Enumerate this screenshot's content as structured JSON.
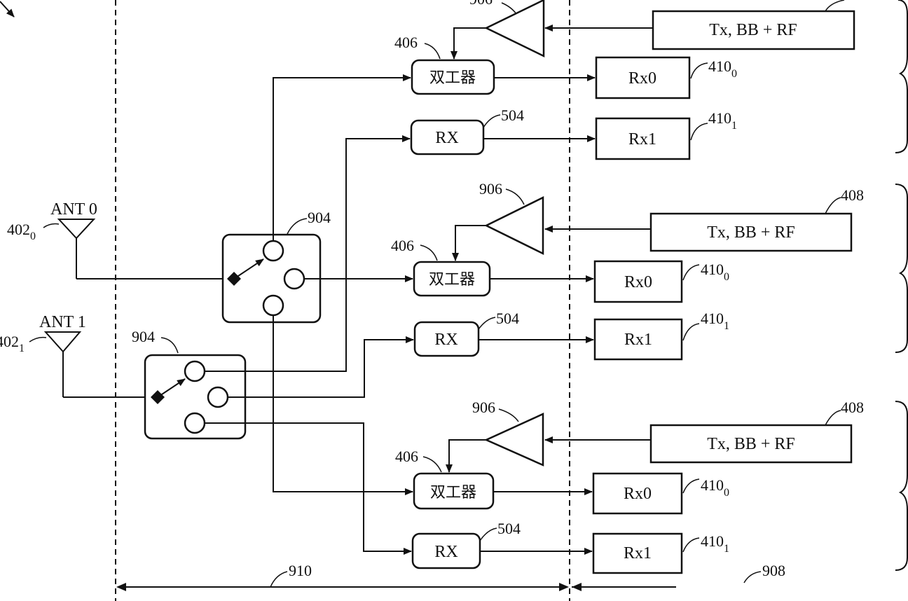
{
  "labels": {
    "ant0": "ANT 0",
    "ant1": "ANT 1",
    "ref_ant0": "402",
    "ref_ant0_sub": "0",
    "ref_ant1": "402",
    "ref_ant1_sub": "1",
    "ref_switch": "904",
    "ref_duplexer": "406",
    "ref_rx": "504",
    "ref_amp": "906",
    "ref_tx": "408",
    "ref_410": "410",
    "sub0": "0",
    "sub1": "1",
    "ref_910": "910",
    "ref_908": "908",
    "top_amp_partial": "906"
  },
  "blocks": {
    "duplexer": "双工器",
    "rx": "RX",
    "tx": "Tx, BB + RF",
    "rx0": "Rx0",
    "rx1": "Rx1"
  }
}
